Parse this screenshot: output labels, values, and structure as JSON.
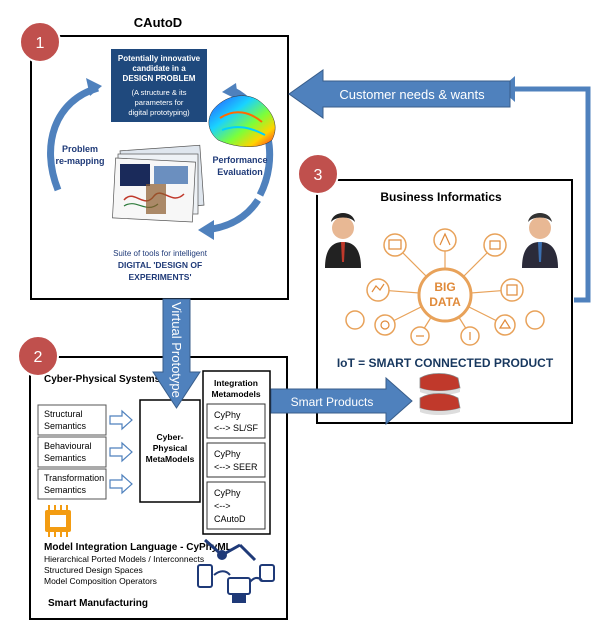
{
  "badges": [
    "1",
    "2",
    "3"
  ],
  "cautod": {
    "title": "CAutoD",
    "candidate": [
      "Potentially innovative",
      "candidate in a",
      "DESIGN PROBLEM"
    ],
    "candidate_sub": [
      "(A structure & its",
      "parameters for",
      "digital prototyping)"
    ],
    "remapping": [
      "Problem",
      "re-mapping"
    ],
    "performance": [
      "Performance",
      "Evaluation"
    ],
    "suite": [
      "Suite of tools for intelligent",
      "DIGITAL 'DESIGN OF",
      "EXPERIMENTS'"
    ]
  },
  "arrows": {
    "customer": "Customer needs & wants",
    "virtual": "Virtual Prototype",
    "smart": "Smart Products"
  },
  "business": {
    "title": "Business Informatics",
    "big": "BIG",
    "data": "DATA",
    "iot": "IoT = SMART CONNECTED PRODUCT"
  },
  "cps": {
    "title": "Cyber-Physical Systems",
    "semantics": [
      [
        "Structural",
        "Semantics"
      ],
      [
        "Behavioural",
        "Semantics"
      ],
      [
        "Transformation",
        "Semantics"
      ]
    ],
    "meta": [
      "Cyber-",
      "Physical",
      "MetaModels"
    ],
    "integration_title": [
      "Integration",
      "Metamodels"
    ],
    "integration": [
      [
        "CyPhy",
        "<--> SL/SF"
      ],
      [
        "CyPhy",
        "<--> SEER"
      ],
      [
        "CyPhy",
        "<-->",
        "CAutoD"
      ]
    ],
    "language_title": "Model Integration Language - CyPhyML",
    "language_items": [
      "Hierarchical Ported Models / Interconnects",
      "Structured Design Spaces",
      "Model Composition Operators"
    ],
    "manufacturing": "Smart Manufacturing"
  },
  "colors": {
    "badge": "#c0504d",
    "arrow": "#4f81bd",
    "arrow_dark": "#385d8a",
    "candidate_bg": "#1f497d",
    "label_blue": "#17375e"
  }
}
